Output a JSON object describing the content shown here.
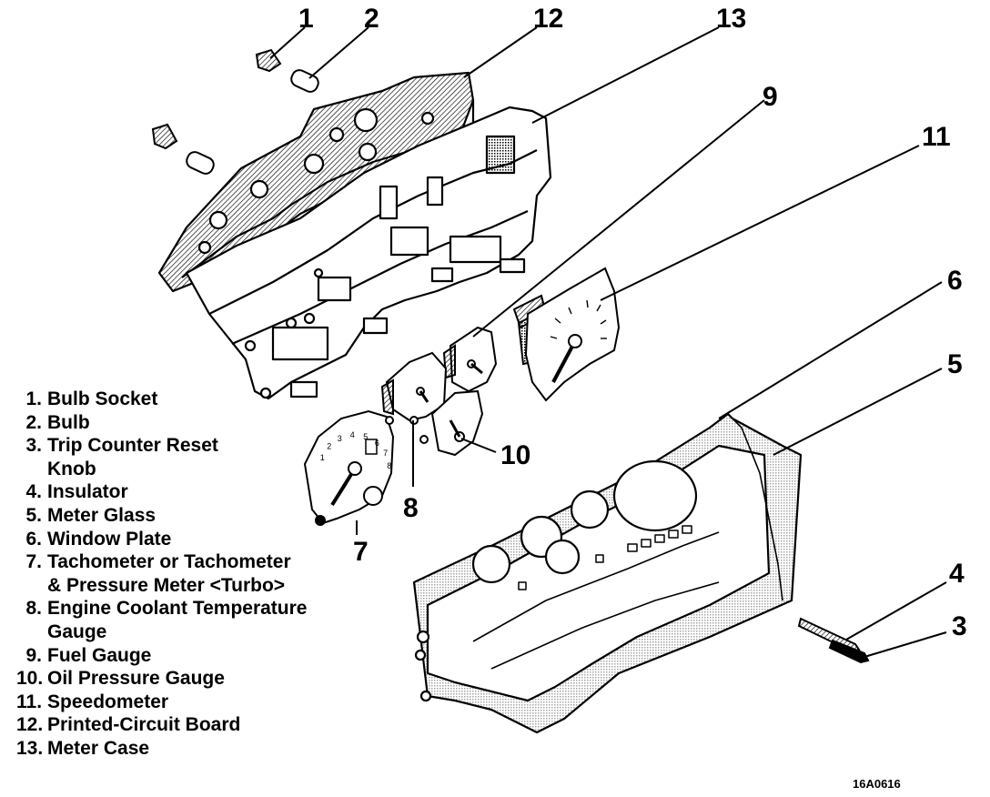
{
  "legend": [
    {
      "num": "1.",
      "text": "Bulb Socket"
    },
    {
      "num": "2.",
      "text": "Bulb"
    },
    {
      "num": "3.",
      "text": "Trip Counter Reset\nKnob"
    },
    {
      "num": "4.",
      "text": "Insulator"
    },
    {
      "num": "5.",
      "text": "Meter Glass"
    },
    {
      "num": "6.",
      "text": "Window Plate"
    },
    {
      "num": "7.",
      "text": "Tachometer or Tachometer\n& Pressure Meter <Turbo>"
    },
    {
      "num": "8.",
      "text": "Engine Coolant Temperature\nGauge"
    },
    {
      "num": "9.",
      "text": "Fuel Gauge"
    },
    {
      "num": "10.",
      "text": "Oil Pressure Gauge"
    },
    {
      "num": "11.",
      "text": "Speedometer"
    },
    {
      "num": "12.",
      "text": "Printed-Circuit Board"
    },
    {
      "num": "13.",
      "text": "Meter Case"
    }
  ],
  "callouts": {
    "c1": "1",
    "c2": "2",
    "c3": "3",
    "c4": "4",
    "c5": "5",
    "c6": "6",
    "c7": "7",
    "c8": "8",
    "c9": "9",
    "c10": "10",
    "c11": "11",
    "c12": "12",
    "c13": "13"
  },
  "figure_code": "16A0616",
  "tach_ticks": [
    "1",
    "2",
    "3",
    "4",
    "5",
    "6",
    "7",
    "8"
  ]
}
